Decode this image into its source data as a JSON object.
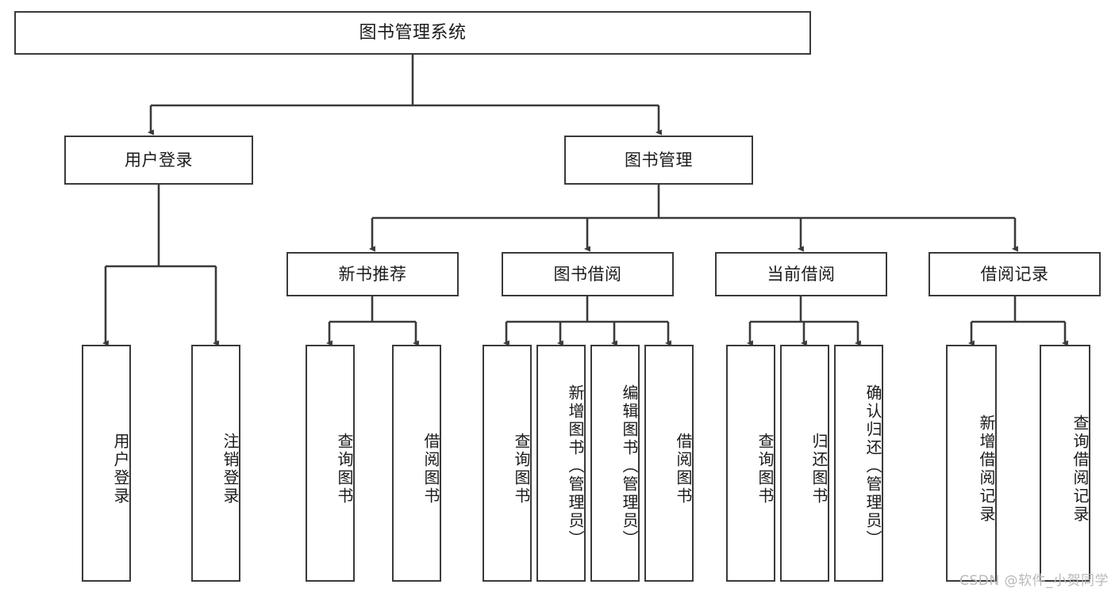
{
  "diagram": {
    "title": "图书管理系统",
    "watermark": "CSDN @软件_小贺同学",
    "stroke_color": "#3a3a3a",
    "text_color": "#1b1b1b",
    "background_color": "#ffffff",
    "nodes": {
      "root": "图书管理系统",
      "level2": {
        "user_login": "用户登录",
        "book_manage": "图书管理"
      },
      "level3": {
        "new_book_rec": "新书推荐",
        "book_borrow": "图书借阅",
        "current_borrow": "当前借阅",
        "borrow_record": "借阅记录"
      },
      "leaves": {
        "user_login_1": "用户登录",
        "user_login_2": "注销登录",
        "new_book_rec_1": "查询图书",
        "new_book_rec_2": "借阅图书",
        "book_borrow_1": "查询图书",
        "book_borrow_2": "新增图书（管理员）",
        "book_borrow_3": "编辑图书（管理员）",
        "book_borrow_4": "借阅图书",
        "current_borrow_1": "查询图书",
        "current_borrow_2": "归还图书",
        "current_borrow_3": "确认归还（管理员）",
        "borrow_record_1": "新增借阅记录",
        "borrow_record_2": "查询借阅记录"
      }
    }
  }
}
